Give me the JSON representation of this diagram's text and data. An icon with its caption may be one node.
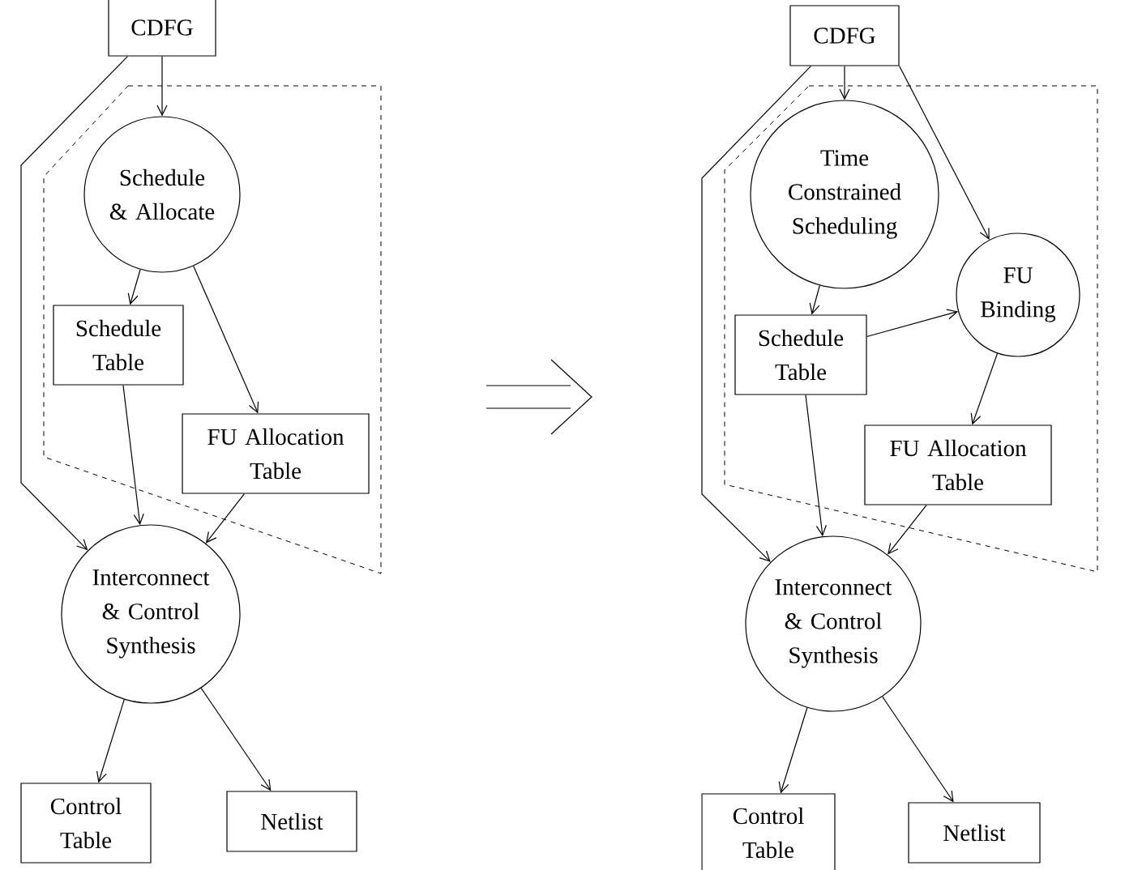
{
  "diagram": {
    "nodes": [
      {
        "text": [
          "CDFG"
        ]
      },
      {
        "text": [
          "Schedule & Allocate"
        ]
      },
      {
        "text": [
          "Schedule Table"
        ]
      },
      {
        "text": [
          "FU Allocation Table"
        ]
      },
      {
        "text": [
          "Interconnect & Control Synthesis"
        ]
      },
      {
        "text": [
          "Control Table"
        ]
      },
      {
        "text": [
          "Netlist"
        ]
      },
      {
        "text": [
          "CDFG"
        ]
      },
      {
        "text": [
          "Time Constrained Scheduling"
        ]
      },
      {
        "text": [
          "FU Binding"
        ]
      },
      {
        "text": [
          "Schedule Table"
        ]
      },
      {
        "text": [
          "FU Allocation Table"
        ]
      },
      {
        "text": [
          "Interconnect & Control Synthesis"
        ]
      },
      {
        "text": [
          "Control Table"
        ]
      },
      {
        "text": [
          "Netlist"
        ]
      }
    ],
    "edges": [
      {
        "from": 0,
        "to": 1,
        "arrow": "to"
      },
      {
        "from": 0,
        "to": 4,
        "arrow": "to"
      },
      {
        "from": 1,
        "to": 2,
        "arrow": "to"
      },
      {
        "from": 1,
        "to": 3,
        "arrow": "to"
      },
      {
        "from": 2,
        "to": 4,
        "arrow": "to"
      },
      {
        "from": 3,
        "to": 4,
        "arrow": "to"
      },
      {
        "from": 4,
        "to": 5,
        "arrow": "to"
      },
      {
        "from": 4,
        "to": 6,
        "arrow": "to"
      },
      {
        "from": 7,
        "to": 8,
        "arrow": "to"
      },
      {
        "from": 7,
        "to": 9,
        "arrow": "to"
      },
      {
        "from": 7,
        "to": 12,
        "arrow": "to"
      },
      {
        "from": 8,
        "to": 10,
        "arrow": "to"
      },
      {
        "from": 10,
        "to": 9,
        "arrow": "to"
      },
      {
        "from": 9,
        "to": 11,
        "arrow": "to"
      },
      {
        "from": 10,
        "to": 12,
        "arrow": "to"
      },
      {
        "from": 11,
        "to": 12,
        "arrow": "to"
      },
      {
        "from": 12,
        "to": 13,
        "arrow": "to"
      },
      {
        "from": 12,
        "to": 14,
        "arrow": "to"
      }
    ]
  }
}
